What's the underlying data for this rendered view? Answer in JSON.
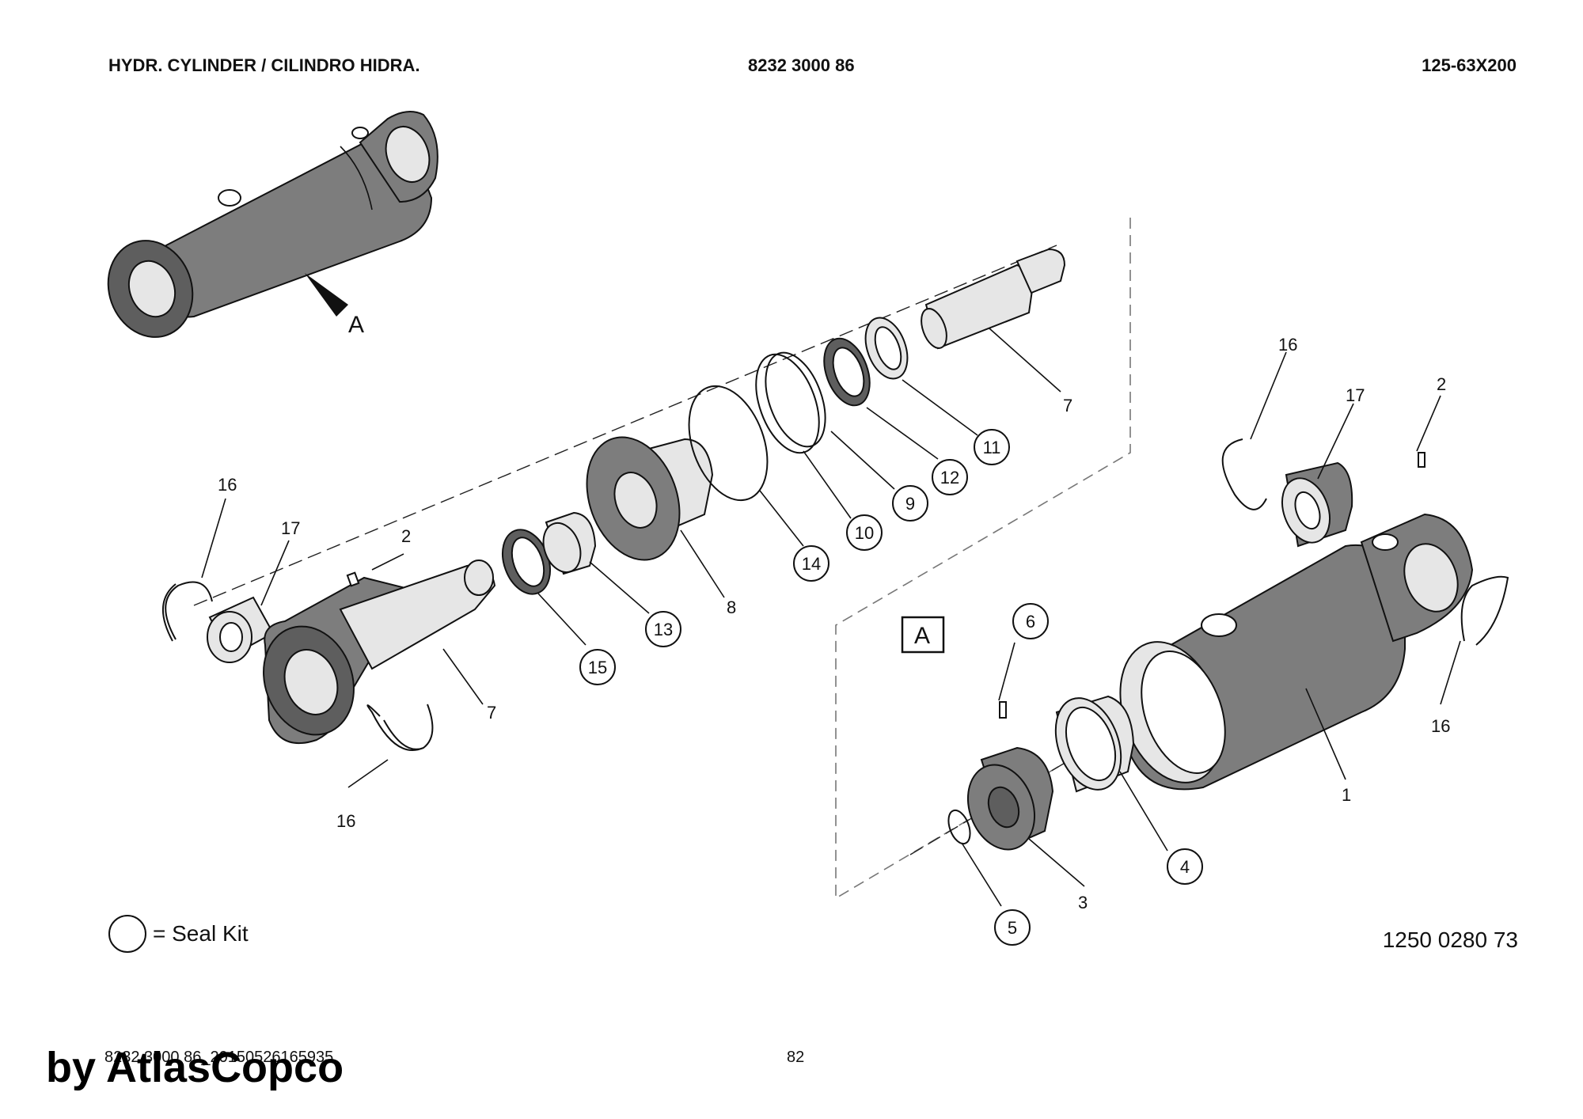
{
  "header": {
    "title": "HYDR. CYLINDER / CILINDRO HIDRA.",
    "part_number": "8232 3000 86",
    "model": "125-63X200"
  },
  "callouts": {
    "view_arrow": "A",
    "view_box": "A",
    "p1": "1",
    "p2a": "2",
    "p2b": "2",
    "p3": "3",
    "p4": "4",
    "p5": "5",
    "p6": "6",
    "p7a": "7",
    "p7b": "7",
    "p8": "8",
    "p9": "9",
    "p10": "10",
    "p11": "11",
    "p12": "12",
    "p13": "13",
    "p14": "14",
    "p15": "15",
    "p16a": "16",
    "p16b": "16",
    "p16c": "16",
    "p16d": "16",
    "p17a": "17",
    "p17b": "17"
  },
  "legend": {
    "text": "= Seal Kit"
  },
  "drawing_number": "1250 0280 73",
  "footer": {
    "code": "8232 3000 86_20150526165935",
    "page": "82"
  },
  "watermark": "by AtlasCopco",
  "colors": {
    "part_fill": "#7d7d7d",
    "part_dark": "#5a5a5a",
    "light_fill": "#e4e4e4",
    "line": "#111111"
  }
}
